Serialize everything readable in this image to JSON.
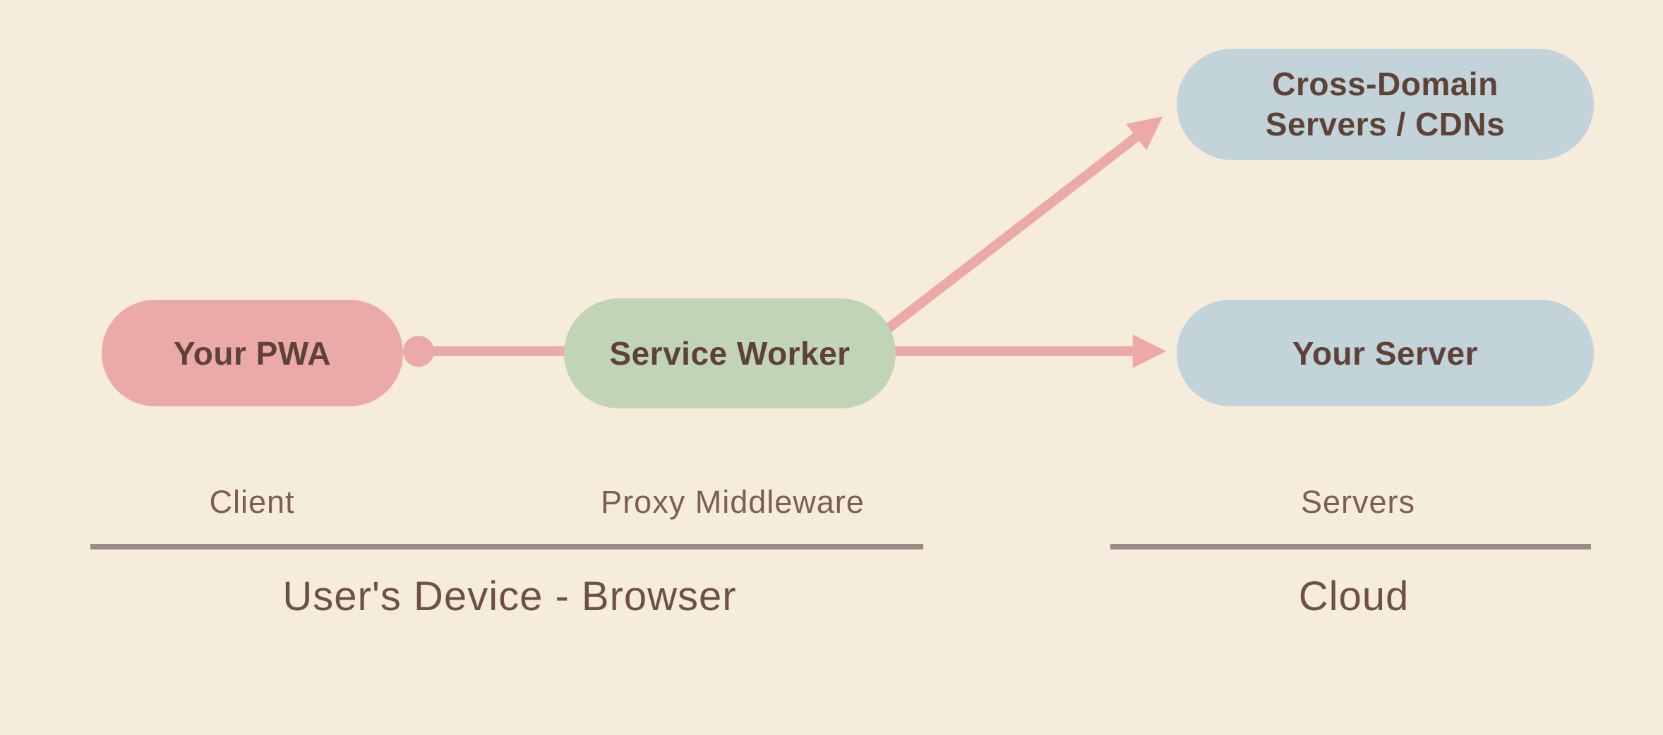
{
  "nodes": {
    "your_pwa": {
      "label": "Your PWA",
      "fill": "#eba9a8"
    },
    "service_worker": {
      "label": "Service Worker",
      "fill": "#c1d4b6"
    },
    "cross_domain_servers": {
      "label_line1": "Cross-Domain",
      "label_line2": "Servers / CDNs",
      "fill": "#c2d3d9"
    },
    "your_server": {
      "label": "Your Server",
      "fill": "#c2d3d9"
    }
  },
  "connections": [
    {
      "from": "your_pwa",
      "to": "service_worker",
      "style": "line-with-dot"
    },
    {
      "from": "service_worker",
      "to": "cross_domain_servers",
      "style": "arrow"
    },
    {
      "from": "service_worker",
      "to": "your_server",
      "style": "arrow"
    }
  ],
  "role_labels": {
    "client": "Client",
    "proxy_middleware": "Proxy Middleware",
    "servers": "Servers"
  },
  "zone_labels": {
    "users_device": "User's Device - Browser",
    "cloud": "Cloud"
  },
  "colors": {
    "background": "#f6ecdc",
    "arrow": "#eba9a8",
    "node_text": "#5e4238",
    "role_label_text": "#7d5e53",
    "zone_label_text": "#6e5146",
    "divider": "#9c8b85"
  }
}
